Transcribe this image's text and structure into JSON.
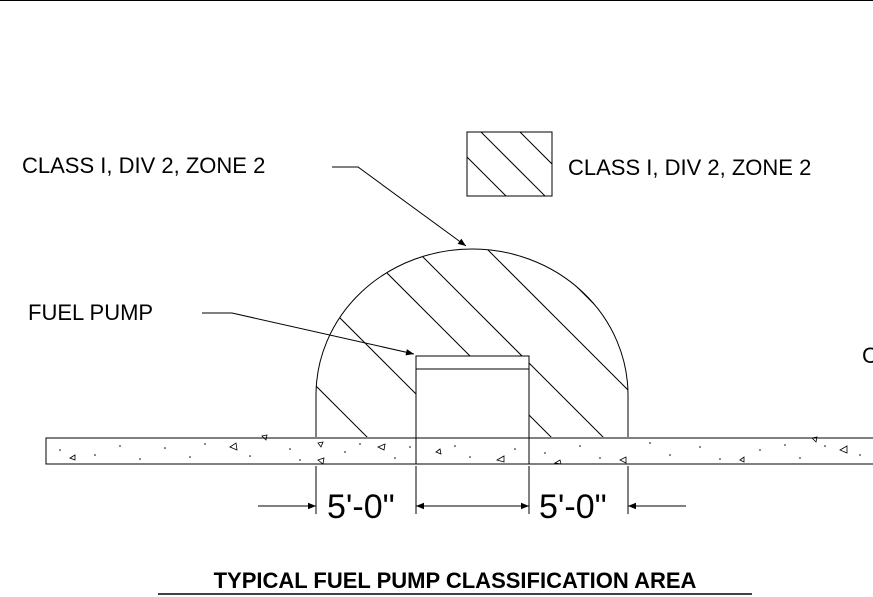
{
  "labels": {
    "callout_zone": "CLASS I, DIV 2, ZONE 2",
    "legend_zone": "CLASS I, DIV 2, ZONE 2",
    "fuel_pump": "FUEL PUMP",
    "cut_off_letter": "C",
    "dim_left": "5'-0\"",
    "dim_right": "5'-0\"",
    "title": "TYPICAL FUEL PUMP CLASSIFICATION AREA"
  }
}
